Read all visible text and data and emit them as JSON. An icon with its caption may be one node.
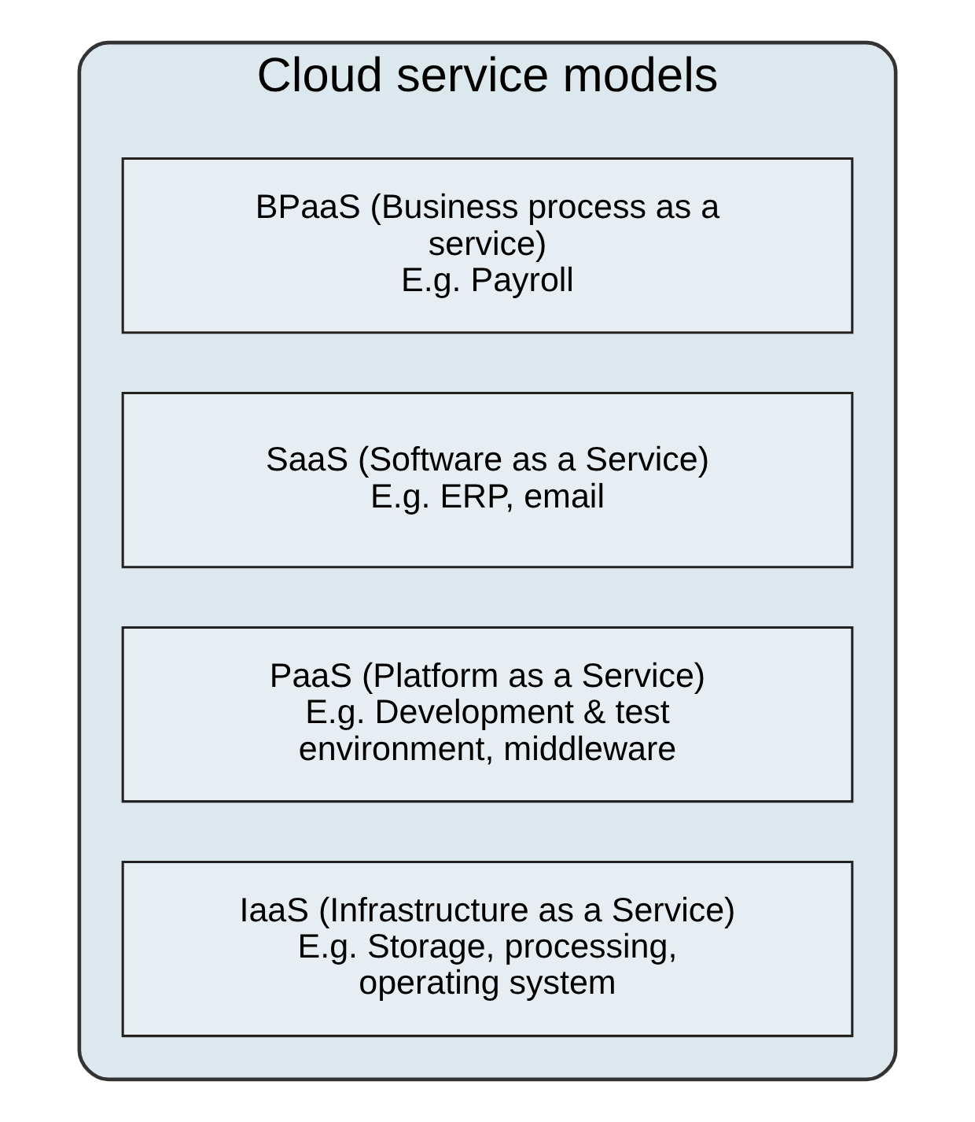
{
  "diagram": {
    "nodes": [
      {
        "text": [
          "Cloud service models"
        ]
      },
      {
        "text": [
          "BPaaS (Business process as a service)",
          "E.g. Payroll"
        ],
        "in": 0
      },
      {
        "text": [
          "SaaS (Software as a Service)",
          "E.g. ERP, email"
        ],
        "in": 0
      },
      {
        "text": [
          "PaaS (Platform as a Service)",
          "E.g. Development & test environment, middleware"
        ],
        "in": 0
      },
      {
        "text": [
          "IaaS (Infrastructure as a Service)",
          "E.g. Storage, processing, operating system"
        ],
        "in": 0
      }
    ]
  }
}
